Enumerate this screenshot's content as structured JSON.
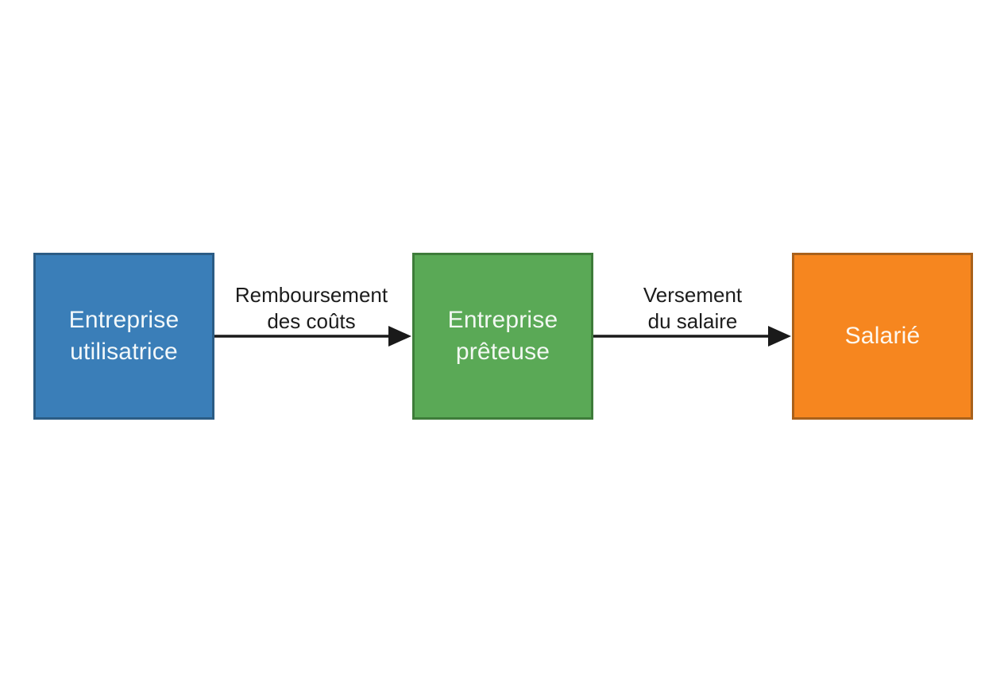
{
  "diagram": {
    "type": "flow",
    "background_color": "#ffffff",
    "arrow_color": "#1a1a1a",
    "nodes": [
      {
        "id": "entreprise-utilisatrice",
        "lines": [
          "Entreprise",
          "utilisatrice"
        ],
        "fill_color": "#3a7eb8",
        "border_color": "#2b5c85",
        "text_color": "#f2f8fa"
      },
      {
        "id": "entreprise-preteuse",
        "lines": [
          "Entreprise",
          "prêteuse"
        ],
        "fill_color": "#5aa956",
        "border_color": "#3e7c3a",
        "text_color": "#f2f8f2"
      },
      {
        "id": "salarie",
        "lines": [
          "Salarié"
        ],
        "fill_color": "#f6861f",
        "border_color": "#a9611b",
        "text_color": "#fdf7ee"
      }
    ],
    "edges": [
      {
        "from": "entreprise-utilisatrice",
        "to": "entreprise-preteuse",
        "label_lines": [
          "Remboursement",
          "des coûts"
        ]
      },
      {
        "from": "entreprise-preteuse",
        "to": "salarie",
        "label_lines": [
          "Versement",
          "du salaire"
        ]
      }
    ]
  }
}
